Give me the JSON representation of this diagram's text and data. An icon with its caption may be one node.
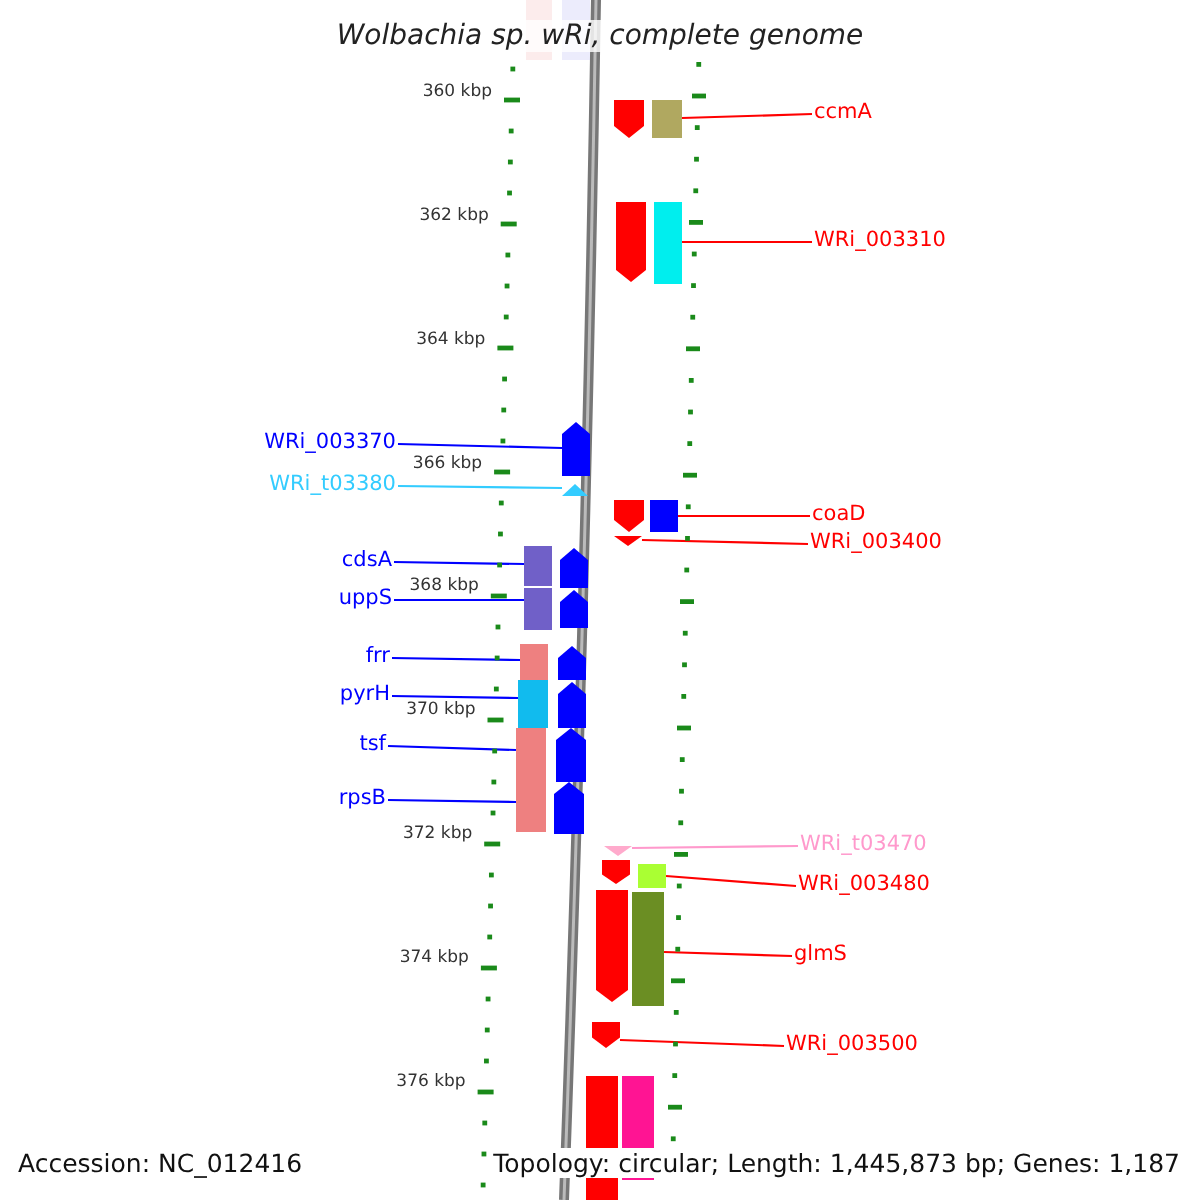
{
  "diagram": {
    "title": "Wolbachia sp. wRi, complete genome",
    "nodes": [
      {
        "text": [
          "ccmA"
        ]
      },
      {
        "text": [
          "WRi_003310"
        ]
      },
      {
        "text": [
          "WRi_003370"
        ]
      },
      {
        "text": [
          "WRi_t03380"
        ]
      },
      {
        "text": [
          "coaD"
        ]
      },
      {
        "text": [
          "WRi_003400"
        ]
      },
      {
        "text": [
          "cdsA"
        ]
      },
      {
        "text": [
          "uppS"
        ]
      },
      {
        "text": [
          "frr"
        ]
      },
      {
        "text": [
          "pyrH"
        ]
      },
      {
        "text": [
          "tsf"
        ]
      },
      {
        "text": [
          "rpsB"
        ]
      },
      {
        "text": [
          "WRi_t03470"
        ]
      },
      {
        "text": [
          "WRi_003480"
        ]
      },
      {
        "text": [
          "glmS"
        ]
      },
      {
        "text": [
          "WRi_003500"
        ]
      },
      {
        "text": [],
        "shape": "box"
      },
      {
        "text": [],
        "shape": "box"
      },
      {
        "text": [],
        "shape": "pentagon"
      },
      {
        "text": [],
        "shape": "box"
      },
      {
        "text": [],
        "shape": "pentagon"
      },
      {
        "text": [],
        "shape": "box"
      },
      {
        "text": [],
        "shape": "pentagon"
      },
      {
        "text": [],
        "shape": "triangle"
      },
      {
        "text": [],
        "shape": "pentagon"
      },
      {
        "text": [],
        "shape": "box"
      },
      {
        "text": [],
        "shape": "triangle"
      },
      {
        "text": [],
        "shape": "box"
      },
      {
        "text": [],
        "shape": "pentagon"
      },
      {
        "text": [],
        "shape": "box"
      },
      {
        "text": [],
        "shape": "pentagon"
      },
      {
        "text": [],
        "shape": "box"
      },
      {
        "text": [],
        "shape": "pentagon"
      },
      {
        "text": [],
        "shape": "box"
      },
      {
        "text": [],
        "shape": "pentagon"
      },
      {
        "text": [],
        "shape": "box"
      },
      {
        "text": [],
        "shape": "pentagon"
      },
      {
        "text": [],
        "shape": "pentagon"
      },
      {
        "text": [],
        "shape": "triangle"
      },
      {
        "text": [],
        "shape": "pentagon"
      },
      {
        "text": [],
        "shape": "box"
      },
      {
        "text": [],
        "shape": "pentagon"
      },
      {
        "text": [],
        "shape": "box"
      },
      {
        "text": [],
        "shape": "pentagon"
      },
      {
        "text": [],
        "shape": "box"
      },
      {
        "text": [],
        "shape": "box"
      }
    ],
    "edges": [
      {
        "from": 0,
        "to": 19,
        "arrow": "none",
        "color": "#ff0000"
      },
      {
        "from": 1,
        "to": 21,
        "arrow": "none",
        "color": "#ff0000"
      },
      {
        "from": 2,
        "to": 22,
        "arrow": "none",
        "color": "#0000ff"
      },
      {
        "from": 3,
        "to": 23,
        "arrow": "none",
        "color": "#33ccff"
      },
      {
        "from": 4,
        "to": 25,
        "arrow": "none",
        "color": "#ff0000"
      },
      {
        "from": 5,
        "to": 26,
        "arrow": "none",
        "color": "#ff0000"
      },
      {
        "from": 6,
        "to": 27,
        "arrow": "none",
        "color": "#0000ff"
      },
      {
        "from": 7,
        "to": 29,
        "arrow": "none",
        "color": "#0000ff"
      },
      {
        "from": 8,
        "to": 31,
        "arrow": "none",
        "color": "#0000ff"
      },
      {
        "from": 9,
        "to": 33,
        "arrow": "none",
        "color": "#0000ff"
      },
      {
        "from": 10,
        "to": 35,
        "arrow": "none",
        "color": "#0000ff"
      },
      {
        "from": 11,
        "to": 35,
        "arrow": "none",
        "color": "#0000ff"
      },
      {
        "from": 12,
        "to": 38,
        "arrow": "none",
        "color": "#ff99cc"
      },
      {
        "from": 13,
        "to": 40,
        "arrow": "none",
        "color": "#ff0000"
      },
      {
        "from": 14,
        "to": 42,
        "arrow": "none",
        "color": "#ff0000"
      },
      {
        "from": 15,
        "to": 43,
        "arrow": "none",
        "color": "#ff0000"
      }
    ],
    "labels": [
      "360 kbp",
      "362 kbp",
      "364 kbp",
      "366 kbp",
      "368 kbp",
      "370 kbp",
      "372 kbp",
      "374 kbp",
      "376 kbp",
      "Accession: NC_012416",
      "Topology: circular; Length: 1,445,873 bp; Genes: 1,187"
    ]
  }
}
